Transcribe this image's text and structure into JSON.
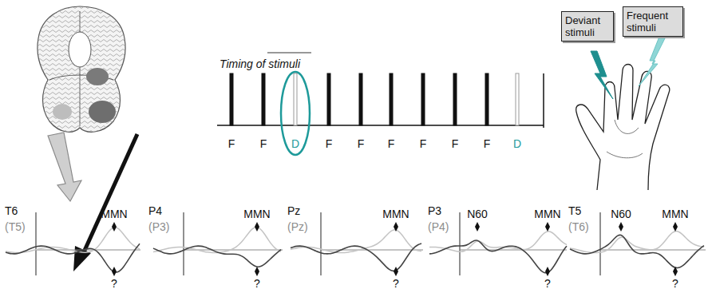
{
  "diagram": {
    "nodes": [
      {
        "text": [
          "Deviant stimuli"
        ]
      },
      {
        "text": [
          "Frequent stimuli"
        ]
      }
    ],
    "labels": [
      "Timing of stimuli",
      "F",
      "F",
      "D",
      "F",
      "F",
      "F",
      "F",
      "F",
      "F",
      "D",
      "T6",
      "(T5)",
      "MMN",
      "?",
      "P4",
      "(P3)",
      "MMN",
      "?",
      "Pz",
      "(Pz)",
      "MMN",
      "?",
      "P3",
      "(P4)",
      "N60",
      "MMN",
      "?",
      "T5",
      "(T6)",
      "N60",
      "MMN",
      "?"
    ]
  }
}
